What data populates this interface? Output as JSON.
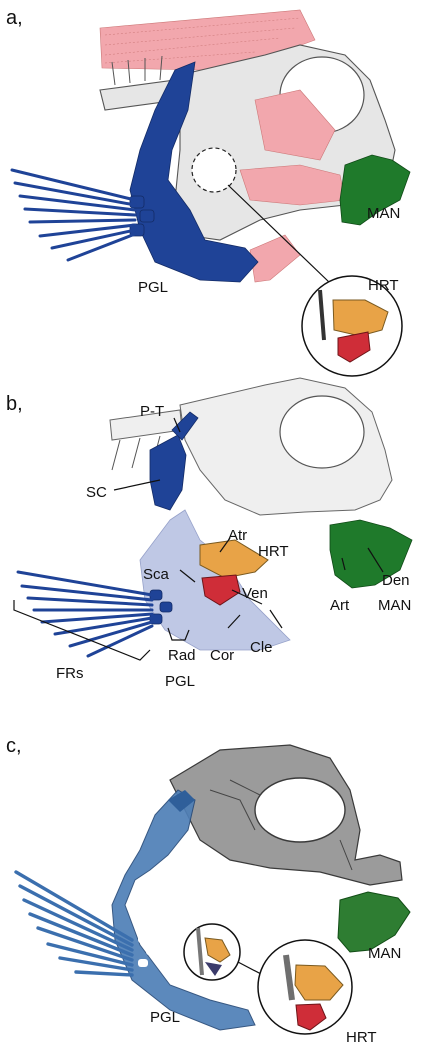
{
  "panels": [
    {
      "label": "a,",
      "annotations": {
        "pgl": "PGL",
        "man": "MAN",
        "hrt": "HRT"
      }
    },
    {
      "label": "b,",
      "annotations": {
        "pt": "P-T",
        "sc": "SC",
        "atr": "Atr",
        "hrt": "HRT",
        "sca": "Sca",
        "ven": "Ven",
        "den": "Den",
        "art": "Art",
        "man": "MAN",
        "frs": "FRs",
        "rad": "Rad",
        "cor": "Cor",
        "cle": "Cle",
        "pgl": "PGL"
      }
    },
    {
      "label": "c,",
      "annotations": {
        "man": "MAN",
        "pgl": "PGL",
        "hrt": "HRT"
      }
    }
  ],
  "colors": {
    "pectoral_girdle": "#1f4397",
    "pectoral_girdle_pale": "#b9c3e3",
    "mandible": "#1f7a2b",
    "muscle": "#f2a7ad",
    "atrium": "#e8a347",
    "ventricle": "#cf2d38",
    "bone": "#e6e6e6"
  }
}
